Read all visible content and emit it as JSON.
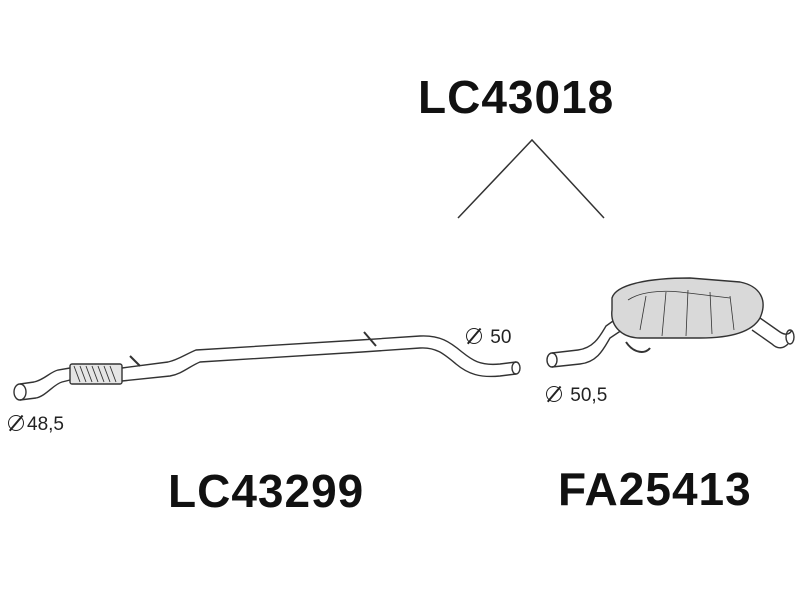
{
  "parts": {
    "assembly_number": "LC43018",
    "front_pipe_number": "LC43299",
    "rear_muffler_number": "FA25413"
  },
  "dimensions": {
    "front_pipe_inlet": "48,5",
    "front_pipe_outlet": "50",
    "rear_muffler_inlet": "50,5"
  },
  "colors": {
    "line": "#333333",
    "text": "#111111",
    "muffler_fill": "#d9d9d9"
  }
}
